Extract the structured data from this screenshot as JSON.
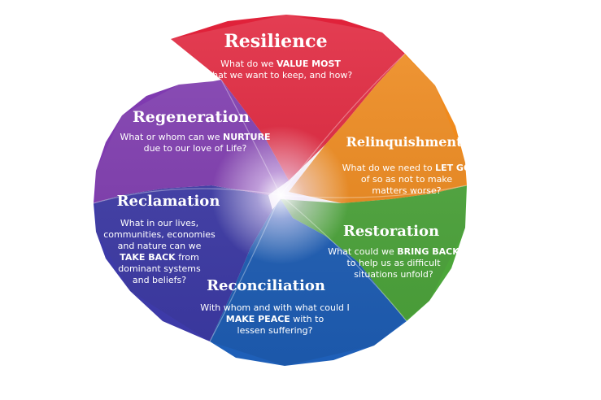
{
  "segments": [
    {
      "id": "resilience",
      "title": "Resilience",
      "color": "#e0223a",
      "lines": [
        [
          {
            "t": "What do we "
          },
          {
            "t": "VALUE MOST",
            "b": true
          }
        ],
        [
          {
            "t": "that we want to keep, and how?"
          }
        ]
      ]
    },
    {
      "id": "relinquishment",
      "title": "Relinquishment",
      "color": "#f08a1c",
      "lines": [
        [
          {
            "t": "What do we need to "
          },
          {
            "t": "LET GO",
            "b": true
          }
        ],
        [
          {
            "t": "of so as not to make"
          }
        ],
        [
          {
            "t": "matters worse?"
          }
        ]
      ]
    },
    {
      "id": "restoration",
      "title": "Restoration",
      "color": "#4ca63a",
      "lines": [
        [
          {
            "t": "What could we "
          },
          {
            "t": "BRING BACK",
            "b": true
          }
        ],
        [
          {
            "t": "to help us as difficult"
          }
        ],
        [
          {
            "t": "situations unfold?"
          }
        ]
      ]
    },
    {
      "id": "reconciliation",
      "title": "Reconciliation",
      "color": "#1e5fb8",
      "lines": [
        [
          {
            "t": "With whom and with what could I"
          }
        ],
        [
          {
            "t": "MAKE PEACE",
            "b": true
          },
          {
            "t": " with to"
          }
        ],
        [
          {
            "t": "lessen suffering?"
          }
        ]
      ]
    },
    {
      "id": "reclamation",
      "title": "Reclamation",
      "color": "#3d3aa8",
      "lines": [
        [
          {
            "t": "What in our lives,"
          }
        ],
        [
          {
            "t": "communities, economies"
          }
        ],
        [
          {
            "t": "and nature can we"
          }
        ],
        [
          {
            "t": "TAKE BACK",
            "b": true
          },
          {
            "t": " from"
          }
        ],
        [
          {
            "t": "dominant systems"
          }
        ],
        [
          {
            "t": "and beliefs?"
          }
        ]
      ]
    },
    {
      "id": "regeneration",
      "title": "Regeneration",
      "color": "#7f3ab0",
      "lines": [
        [
          {
            "t": "What or whom can we "
          },
          {
            "t": "NURTURE",
            "b": true
          }
        ],
        [
          {
            "t": "due to our love of Life?"
          }
        ]
      ]
    }
  ]
}
